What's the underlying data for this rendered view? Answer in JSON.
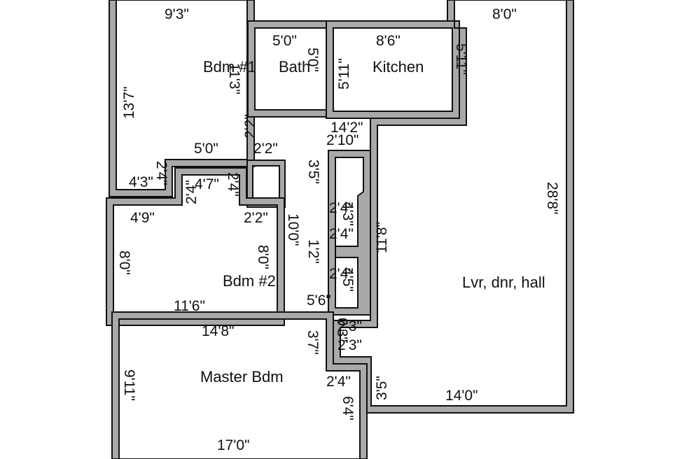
{
  "plan": {
    "colors": {
      "background": "#ffffff",
      "wall_fill": "#a9a9a9",
      "wall_stroke": "#111111",
      "text": "#111111"
    },
    "rooms": {
      "bdm1": "Bdm #1",
      "bath": "Bath",
      "kitchen": "Kitchen",
      "bdm2": "Bdm #2",
      "living": "Lvr, dnr, hall",
      "master": "Master Bdm"
    },
    "dimensions": {
      "bdm1_top": "9'3\"",
      "bdm1_left": "13'7\"",
      "bdm1_right": "11'3\"",
      "bdm1_bottom": "5'0\"",
      "bath_top": "5'0\"",
      "bath_left": "5'0\"",
      "bath_right": "5'11\"",
      "kitchen_top": "8'6\"",
      "kitchen_right": "5'11\"",
      "hall_top": "14'2\"",
      "hall_a": "2'10\"",
      "closet_2x2": "2'2\"",
      "closet_2x2_b": "2'2\"",
      "closet_side": "2'2\"",
      "lr_top": "8'0\"",
      "lr_right": "28'8\"",
      "lr_bottom": "14'0\"",
      "col_35": "3'5\"",
      "col_24a": "2'4\"",
      "col_43": "4'3\"",
      "col_24b": "2'4\"",
      "col_12": "1'2\"",
      "col_24c": "2'4\"",
      "col_45": "4'5\"",
      "col_118": "11'8\"",
      "bdm1_43": "4'3\"",
      "bdm1_24": "2'4\"",
      "bdm1_24b": "2'4\"",
      "bdm1_47": "4'7\"",
      "bdm1_24c": "2'4\"",
      "bdm2_49": "4'9\"",
      "bdm2_left": "8'0\"",
      "bdm2_right": "8'0\"",
      "bdm2_bottom": "11'6\"",
      "hall_100": "10'0\"",
      "hall_56": "5'6\"",
      "master_top": "14'8\"",
      "master_37": "3'7\"",
      "mb_03": "0'3\"",
      "mb_23a": "2'3\"",
      "mb_23b": "2'3\"",
      "mb_24": "2'4\"",
      "mb_35": "3'5\"",
      "master_left": "9'11\"",
      "master_right": "6'4\"",
      "master_bottom": "17'0\""
    }
  }
}
